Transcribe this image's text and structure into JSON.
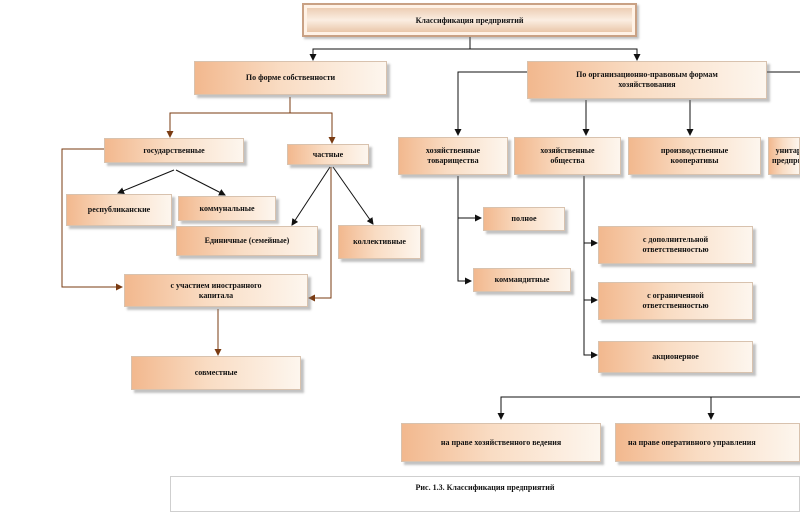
{
  "title": "Классификация предприятий",
  "nodes": {
    "ownership": "По форме собственности",
    "legal_forms": "По организационно-правовым формам хозяйствования",
    "state": "государственные",
    "private": "частные",
    "republican": "республиканские",
    "municipal": "коммунальные",
    "sole": "Единичные (семейные)",
    "collective": "коллективные",
    "foreign": "с участием иностранного капитала",
    "joint": "совместные",
    "partnerships": "хозяйственные товарищества",
    "companies": "хозяйственные общества",
    "cooperatives": "производственные кооперативы",
    "unitary": "унитарные предприятия",
    "full": "полное",
    "limited_partnership": "коммандитные",
    "additional_liability": "с дополнительной ответственностью",
    "limited_liability": "с ограниченной ответственностью",
    "joint_stock": "акционерное",
    "economic_management": "на праве хозяйственного ведения",
    "operational_management": "на праве оперативного управления"
  },
  "caption": "Рис. 1.3. Классификация предприятий",
  "colors": {
    "box_fill_start": "#f2b88e",
    "box_fill_end": "#fdf6ee",
    "arrow_ownership": "#7a3b12",
    "arrow_legal": "#111111"
  }
}
